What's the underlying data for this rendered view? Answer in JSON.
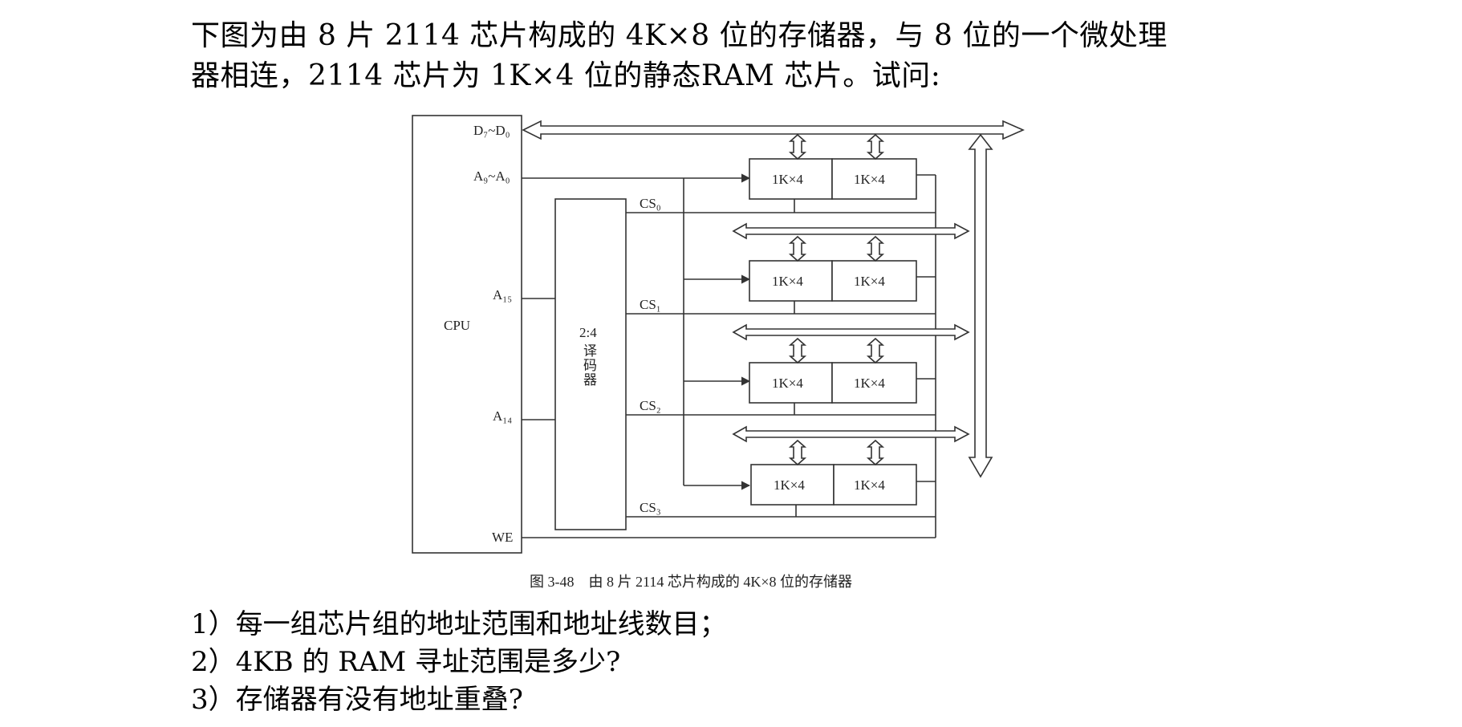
{
  "intro": {
    "line1": "下图为由 8 片 2114 芯片构成的 4K×8 位的存储器，与 8 位的一个微处理",
    "line2": "器相连，2114 芯片为 1K×4 位的静态RAM 芯片。试问:"
  },
  "diagram": {
    "cpu_label": "CPU",
    "data_bus_label": "D₇~D₀",
    "addr_bus_label": "A₉~A₀",
    "a15_label": "A₁₅",
    "a14_label": "A₁₄",
    "we_label": "WE",
    "decoder_label_1": "2:4",
    "decoder_label_2": "译",
    "decoder_label_3": "码",
    "decoder_label_4": "器",
    "chip_label": "1K×4",
    "cs_labels": [
      "CS₀",
      "CS₁",
      "CS₂",
      "CS₃"
    ],
    "caption": "图 3-48　由 8 片 2114 芯片构成的 4K×8 位的存储器"
  },
  "questions": [
    "1）每一组芯片组的地址范围和地址线数目；",
    "2）4KB 的 RAM 寻址范围是多少?",
    "3）存储器有没有地址重叠?"
  ]
}
